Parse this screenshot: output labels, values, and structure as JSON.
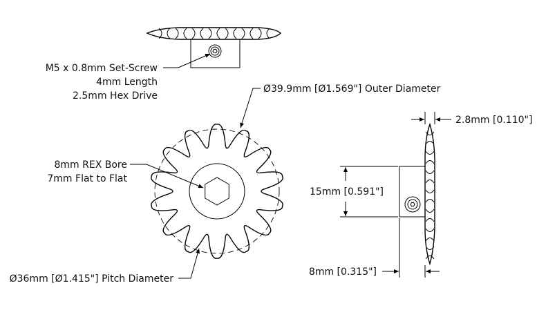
{
  "callouts": {
    "set_screw": [
      "M5 x 0.8mm Set-Screw",
      "4mm Length",
      "2.5mm Hex Drive"
    ],
    "outer_diameter": "Ø39.9mm [Ø1.569\"] Outer Diameter",
    "bore": [
      "8mm REX Bore",
      "7mm Flat to Flat"
    ],
    "pitch_diameter": "Ø36mm [Ø1.415\"] Pitch Diameter"
  },
  "dimensions": {
    "tooth_thickness": "2.8mm [0.110\"]",
    "hub_diameter": "15mm [0.591\"]",
    "overall_width": "8mm [0.315\"]"
  },
  "sprocket": {
    "teeth": 14
  }
}
